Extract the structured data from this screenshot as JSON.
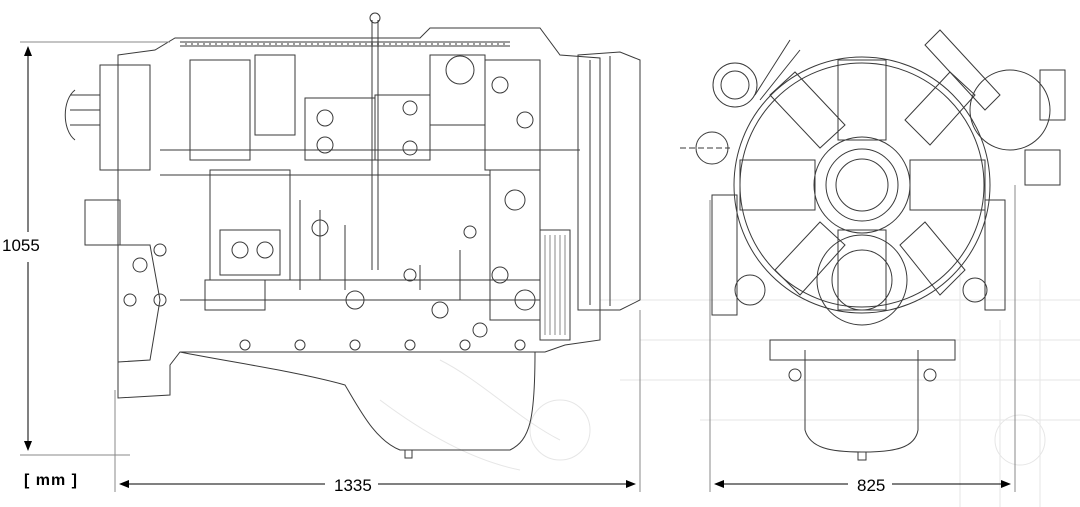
{
  "dimensions": {
    "unit": "[ mm ]",
    "height": "1055",
    "length": "1335",
    "width": "825"
  },
  "views": [
    "side-view",
    "front-view"
  ],
  "colors": {
    "line": "#3a3a3a",
    "ghost": "#e6e6e6",
    "background": "#ffffff"
  }
}
